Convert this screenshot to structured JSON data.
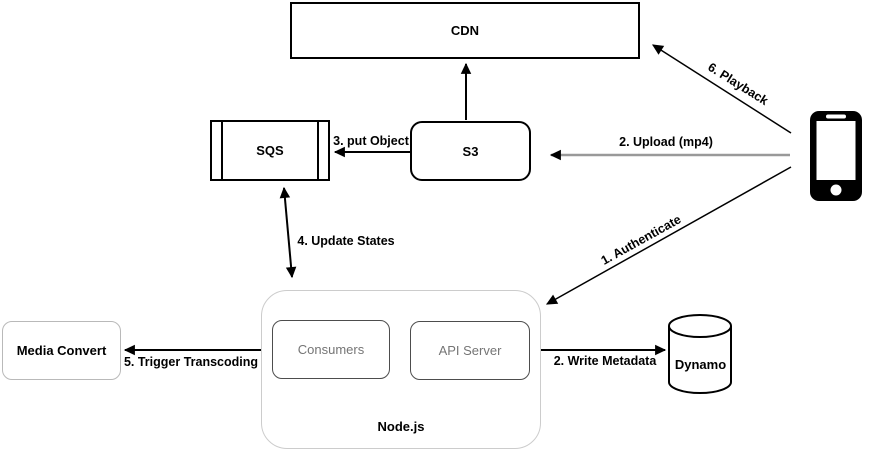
{
  "nodes": {
    "cdn": {
      "label": "CDN"
    },
    "sqs": {
      "label": "SQS"
    },
    "s3": {
      "label": "S3"
    },
    "media_convert": {
      "label": "Media Convert"
    },
    "nodejs": {
      "label": "Node.js"
    },
    "consumers": {
      "label": "Consumers"
    },
    "api_server": {
      "label": "API Server"
    },
    "dynamo": {
      "label": "Dynamo"
    },
    "client": {
      "icon": "smartphone-icon"
    }
  },
  "edges": {
    "authenticate": {
      "label": "1. Authenticate",
      "from": "client",
      "to": "nodejs"
    },
    "upload": {
      "label": "2. Upload (mp4)",
      "from": "client",
      "to": "s3"
    },
    "write_metadata": {
      "label": "2. Write Metadata",
      "from": "api_server",
      "to": "dynamo"
    },
    "put_object": {
      "label": "3. put Object",
      "from": "s3",
      "to": "sqs"
    },
    "update_states": {
      "label": "4. Update States",
      "from": "sqs",
      "to": "nodejs",
      "bidirectional": true
    },
    "trigger_transcoding": {
      "label": "5. Trigger Transcoding",
      "from": "nodejs",
      "to": "media_convert"
    },
    "playback": {
      "label": "6. Playback",
      "from": "client",
      "to": "cdn"
    }
  },
  "colors": {
    "background": "#ffffff",
    "stroke": "#000000",
    "upload_line": "#999999",
    "container_border": "#cccccc",
    "soft_border": "#b9b9b9",
    "inner_box_border": "#4d4d4d",
    "inner_box_text": "#757575"
  }
}
